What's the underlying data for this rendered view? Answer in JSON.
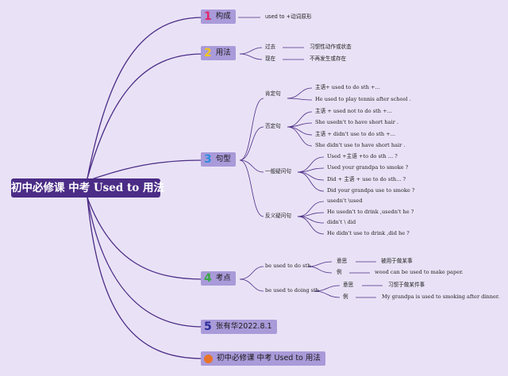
{
  "root": "初中必修课 中考 Used to 用法",
  "branches": [
    {
      "num": "1",
      "label": "构成"
    },
    {
      "num": "2",
      "label": "用法"
    },
    {
      "num": "3",
      "label": "句型"
    },
    {
      "num": "4",
      "label": "考点"
    },
    {
      "num": "5",
      "label": "张有华2022.8.1"
    },
    {
      "label": "初中必修课 中考 Used to 用法"
    }
  ],
  "colors": {
    "num1": "#e2246a",
    "num2": "#f0c419",
    "num3": "#2d8ee0",
    "num4": "#3aa845",
    "num5": "#2c2c9a",
    "icon6": "#e8742a"
  },
  "b1": {
    "text": "used to +动词原形"
  },
  "b2": {
    "items": [
      {
        "k": "过去",
        "v": "习惯性动作或状态"
      },
      {
        "k": "现在",
        "v": "不再发生或存在"
      }
    ]
  },
  "b3": {
    "affirm": {
      "label": "肯定句",
      "lines": [
        "主语+ used to do sth +...",
        "He used to play tennis after school ."
      ]
    },
    "neg": {
      "label": "否定句",
      "lines": [
        "主语 + used not to do sth +...",
        "She usedn't to have short hair .",
        "主语 + didn't use to do sth +...",
        "She didn't use to have short hair ."
      ]
    },
    "q": {
      "label": "一般疑问句",
      "lines": [
        "Used +主语 +to do sth ... ?",
        "Used your grandpa to smoke ?",
        "Did + 主语 + use to do sth... ?",
        "Did your grandpa use to smoke ?"
      ]
    },
    "tag": {
      "label": "反义疑问句",
      "lines": [
        "usedn't \\used",
        "He usedn't to drink ,usedn't he ?",
        "didn't \\ did",
        "He didn't use to drink ,did he ?"
      ]
    }
  },
  "b4": {
    "a": {
      "label": "be used to do sth",
      "r1k": "意思",
      "r1v": "被用于做某事",
      "r2k": "例",
      "r2v": "wood can be used to make paper."
    },
    "b": {
      "label": "be used to doing sth",
      "r1k": "意思",
      "r1v": "习惯于做某件事",
      "r2k": "例",
      "r2v": "My grandpa is used to smoking after dinner."
    }
  }
}
